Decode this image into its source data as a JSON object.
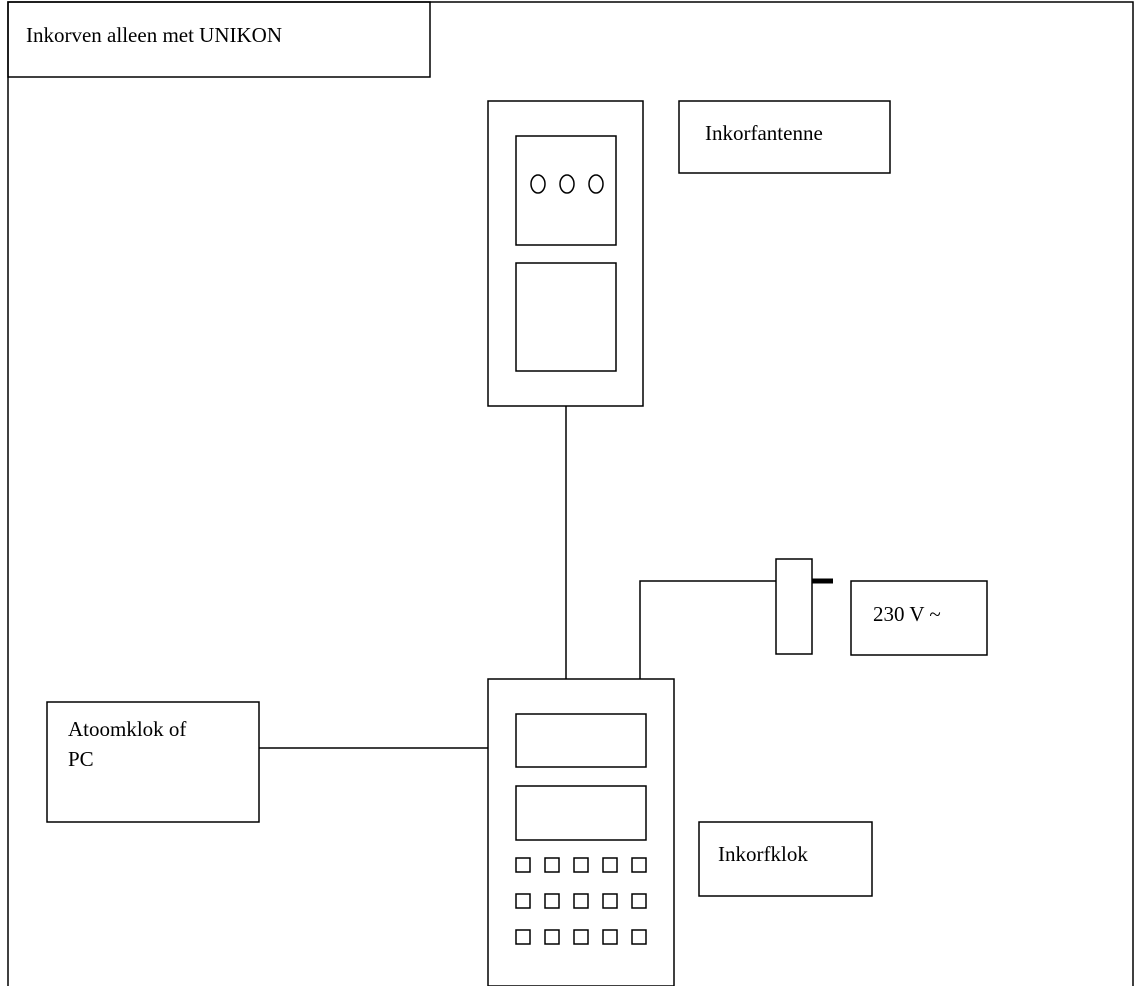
{
  "title": "Inkorven alleen met UNIKON",
  "labels": {
    "antenna": "Inkorfantenne",
    "clock": "Inkorfklok",
    "power": "230 V ~",
    "atomic_clock": "Atoomklok of\nPC"
  },
  "clock_buttons": {
    "rows": 3,
    "cols": 5
  },
  "antenna_indicators": 3
}
